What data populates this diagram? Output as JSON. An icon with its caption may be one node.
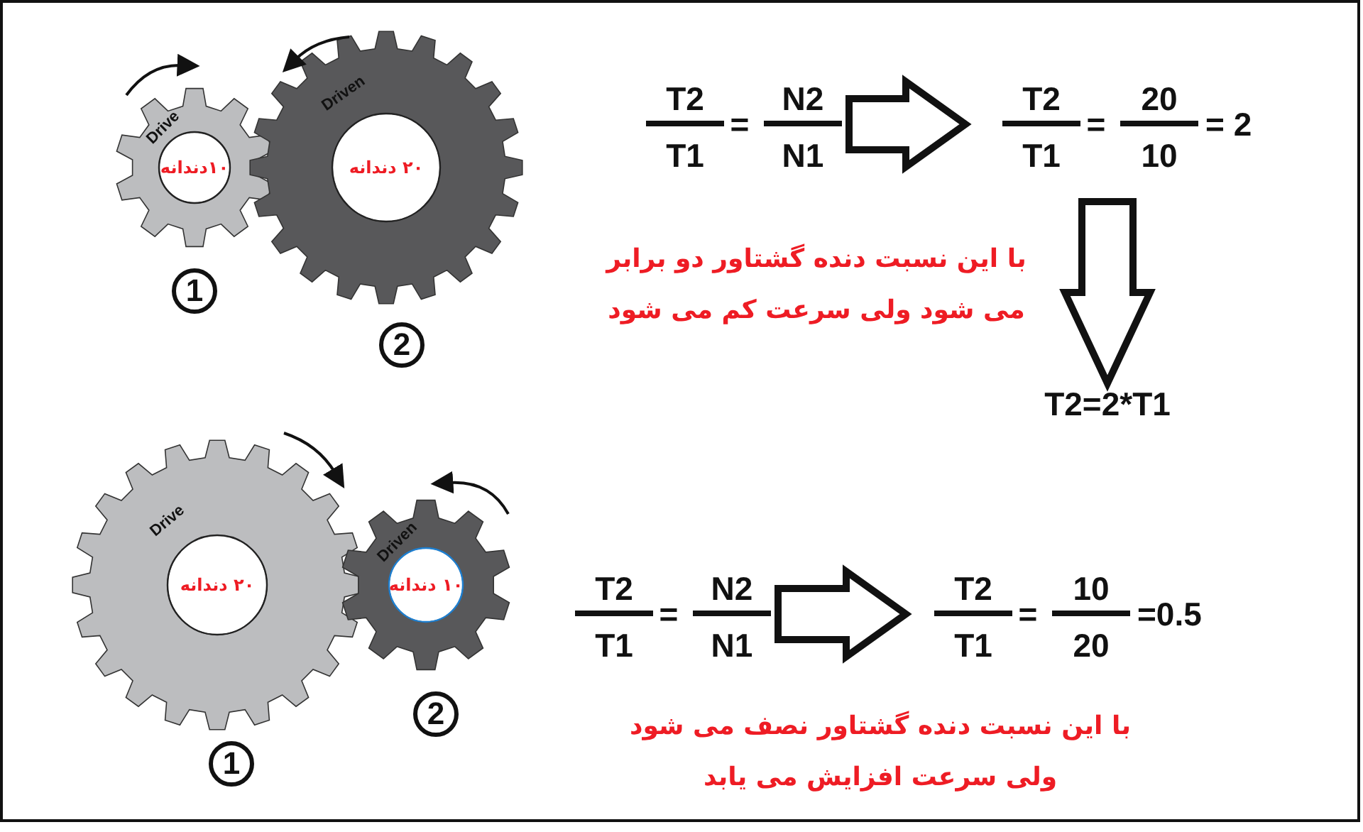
{
  "diagram": {
    "nodes": [
      {
        "text": [
          "Drive",
          "۱۰دندانه"
        ],
        "beside": [
          "1"
        ]
      },
      {
        "text": [
          "Driven",
          "۲۰ دندانه"
        ],
        "beside": [
          "2"
        ]
      },
      {
        "text": [
          "T2",
          "T1",
          "=",
          "N2",
          "N1"
        ]
      },
      {
        "text": [
          "T2",
          "T1",
          "=",
          "20",
          "10",
          "= 2"
        ]
      },
      {
        "text": [
          "T2=2*T1"
        ]
      },
      {
        "text": [
          "Drive",
          "۲۰ دندانه"
        ],
        "beside": [
          "1"
        ]
      },
      {
        "text": [
          "Driven",
          "۱۰ دندانه"
        ],
        "beside": [
          "2"
        ]
      },
      {
        "text": [
          "T2",
          "T1",
          "=",
          "N2",
          "N1"
        ]
      },
      {
        "text": [
          "T2",
          "T1",
          "=",
          "10",
          "20",
          "=0.5"
        ]
      }
    ],
    "edges": [
      {
        "from": 2,
        "to": 3,
        "arrow": "to"
      },
      {
        "from": 3,
        "to": 4,
        "arrow": "to"
      },
      {
        "from": 7,
        "to": 8,
        "arrow": "to"
      }
    ],
    "labels": [
      "با این نسبت دنده گشتاور دو برابر می شود ولی سرعت کم می شود",
      "با این نسبت دنده گشتاور نصف می شود ولی سرعت افزایش می یابد"
    ]
  }
}
